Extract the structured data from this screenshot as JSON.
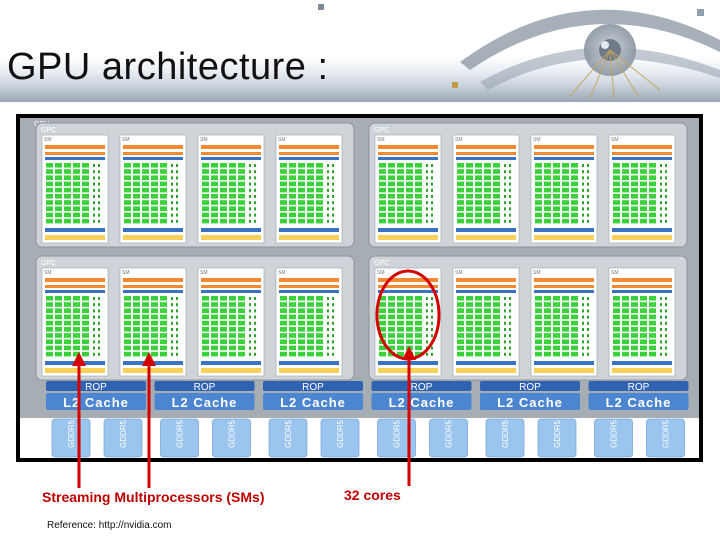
{
  "slide": {
    "title": "GPU architecture :",
    "reference": "Reference: http://nvidia.com"
  },
  "diagram": {
    "gpu_label": "GPU",
    "gpc_label": "GPC",
    "sm_labels": [
      "SM",
      "SM",
      "SM",
      "SM"
    ],
    "rop_label": "ROP",
    "l2_label": "L2 Cache",
    "dram_label": "GDDR5",
    "sm_columns": 8,
    "gpc_rows": 2,
    "rop_units": 6,
    "dram_chips": 12
  },
  "annotations": {
    "sm_label": "Streaming Multiprocessors (SMs)",
    "cores_label": "32 cores"
  },
  "colors": {
    "gpu_background": "#a7aeb3",
    "gpc_background": "#cfd4d8",
    "core_green": "#3bd13b",
    "sm_blue": "#3a73c4",
    "sm_orange": "#f28a32",
    "sm_yellow": "#f7d15b",
    "rop_blue": "#2f63b2",
    "l2_blue": "#4d86d0",
    "dram_blue": "#9bc4ee",
    "annotation_red": "#d40000",
    "title_text": "#111111"
  }
}
